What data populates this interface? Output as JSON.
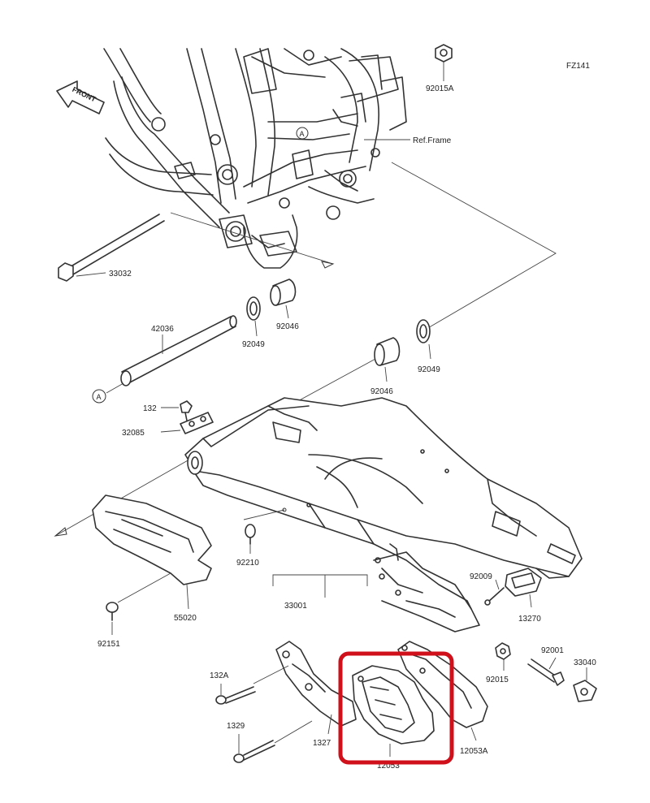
{
  "diagram_code": "FZ141",
  "front_label": "FRONT",
  "ref_frame_label": "Ref.Frame",
  "circle_a": "A",
  "highlight_color": "#d0101a",
  "part_numbers": {
    "p92015A": "92015A",
    "p33032": "33032",
    "p92046a": "92046",
    "p92049a": "92049",
    "p42036": "42036",
    "p92049b": "92049",
    "p92046b": "92046",
    "p132": "132",
    "p32085": "32085",
    "p92210": "92210",
    "p33001": "33001",
    "p92151": "92151",
    "p55020": "55020",
    "p92009": "92009",
    "p13270": "13270",
    "p132A": "132A",
    "p1329": "1329",
    "p1327": "1327",
    "p12053": "12053",
    "p12053A": "12053A",
    "p92015": "92015",
    "p92001": "92001",
    "p33040": "33040"
  }
}
